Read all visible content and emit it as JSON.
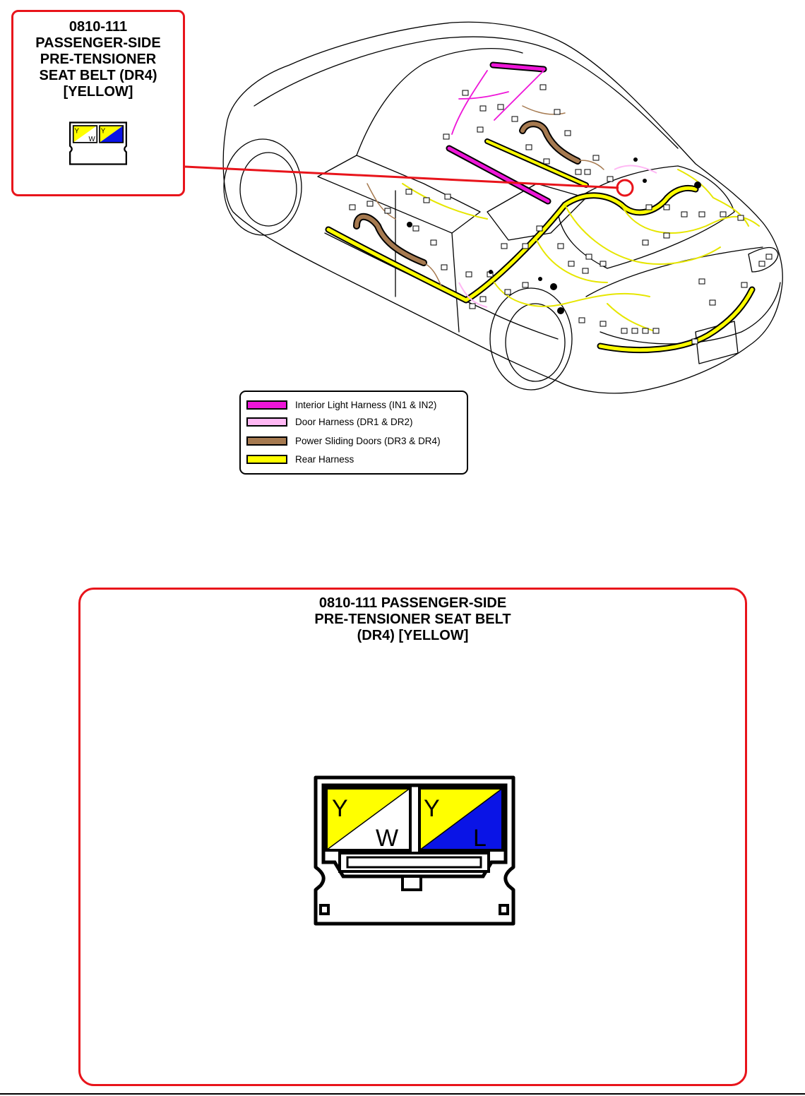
{
  "callout": {
    "title_lines": [
      "0810-111",
      "PASSENGER-SIDE",
      "PRE-TENSIONER",
      "SEAT BELT (DR4)",
      "[YELLOW]"
    ],
    "border_color": "#e8141b"
  },
  "connector": {
    "pins": [
      {
        "top_color_label": "Y",
        "bottom_color_label": "W",
        "top_color": "#ffff00",
        "bottom_color": "#ffffff"
      },
      {
        "top_color_label": "Y",
        "bottom_color_label": "L",
        "top_color": "#ffff00",
        "bottom_color": "#0a14e6"
      }
    ]
  },
  "legend": {
    "items": [
      {
        "label": "Interior Light Harness (IN1 & IN2)",
        "color": "#ee16d8"
      },
      {
        "label": "Door Harness (DR1 & DR2)",
        "color": "#ffb8f4"
      },
      {
        "label": "Power Sliding Doors (DR3 & DR4)",
        "color": "#a67a50"
      },
      {
        "label": "Rear Harness",
        "color": "#ffff00"
      }
    ]
  },
  "detail": {
    "title_lines": [
      "0810-111 PASSENGER-SIDE",
      "PRE-TENSIONER SEAT BELT",
      "(DR4) [YELLOW]"
    ]
  },
  "colors": {
    "callout_red": "#e8141b",
    "car_outline": "#000000"
  }
}
